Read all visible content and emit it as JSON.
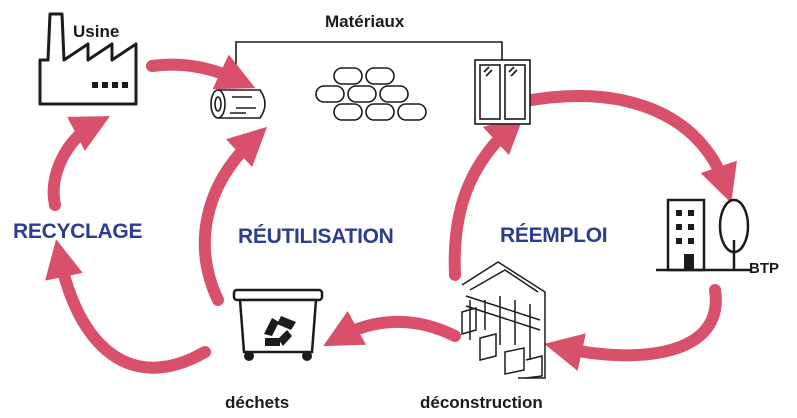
{
  "labels": {
    "usine": "Usine",
    "materiaux": "Matériaux",
    "btp": "BTP",
    "dechets": "déchets",
    "deconstruction": "déconstruction",
    "recyclage": "RECYCLAGE",
    "reutilisation": "RÉUTILISATION",
    "reemploi": "RÉEMPLOI"
  },
  "colors": {
    "arrow": "#d9506b",
    "cycle_label": "#2e3d8f",
    "icon_stroke": "#1b1b1b"
  },
  "icons": [
    "factory-icon",
    "log-icon",
    "bricks-icon",
    "window-icon",
    "building-tree-icon",
    "recycling-bin-icon",
    "demolition-icon"
  ]
}
